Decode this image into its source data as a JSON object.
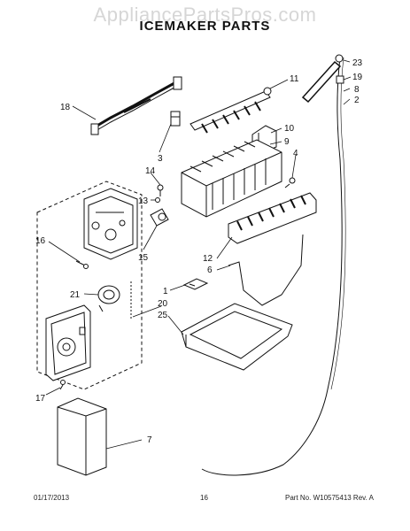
{
  "watermark": "AppliancePartsPros.com",
  "title": "ICEMAKER PARTS",
  "callouts": {
    "c23": "23",
    "c19": "19",
    "c8": "8",
    "c2": "2",
    "c11": "11",
    "c18": "18",
    "c10": "10",
    "c9": "9",
    "c3": "3",
    "c14": "14",
    "c4": "4",
    "c13": "13",
    "c16": "16",
    "c15": "15",
    "c12": "12",
    "c6": "6",
    "c1": "1",
    "c21": "21",
    "c20": "20",
    "c25": "25",
    "c17": "17",
    "c7": "7"
  },
  "footer": {
    "date": "01/17/2013",
    "page": "16",
    "part": "Part No. W10575413  Rev. A"
  }
}
